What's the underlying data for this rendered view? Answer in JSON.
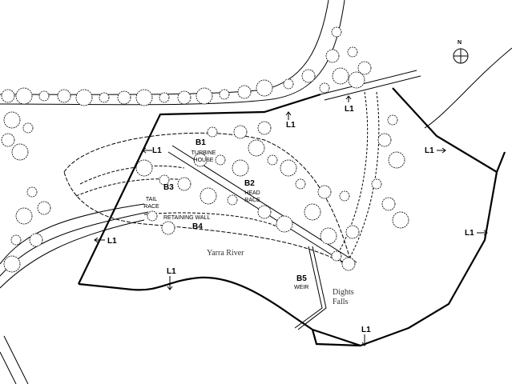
{
  "labels": {
    "north": "N",
    "l1": "L1",
    "b1": "B1",
    "turbine_house": "TURBINE HOUSE",
    "b2": "B2",
    "head_race": "HEAD RACE",
    "b3": "B3",
    "tail_race": "TAIL RACE",
    "retaining_wall": "RETAINING WALL",
    "b4": "B4",
    "b5": "B5",
    "weir": "WEIR",
    "river": "Yarra River",
    "falls": "Dights Falls"
  },
  "colors": {
    "line": "#000000",
    "background": "#ffffff"
  }
}
